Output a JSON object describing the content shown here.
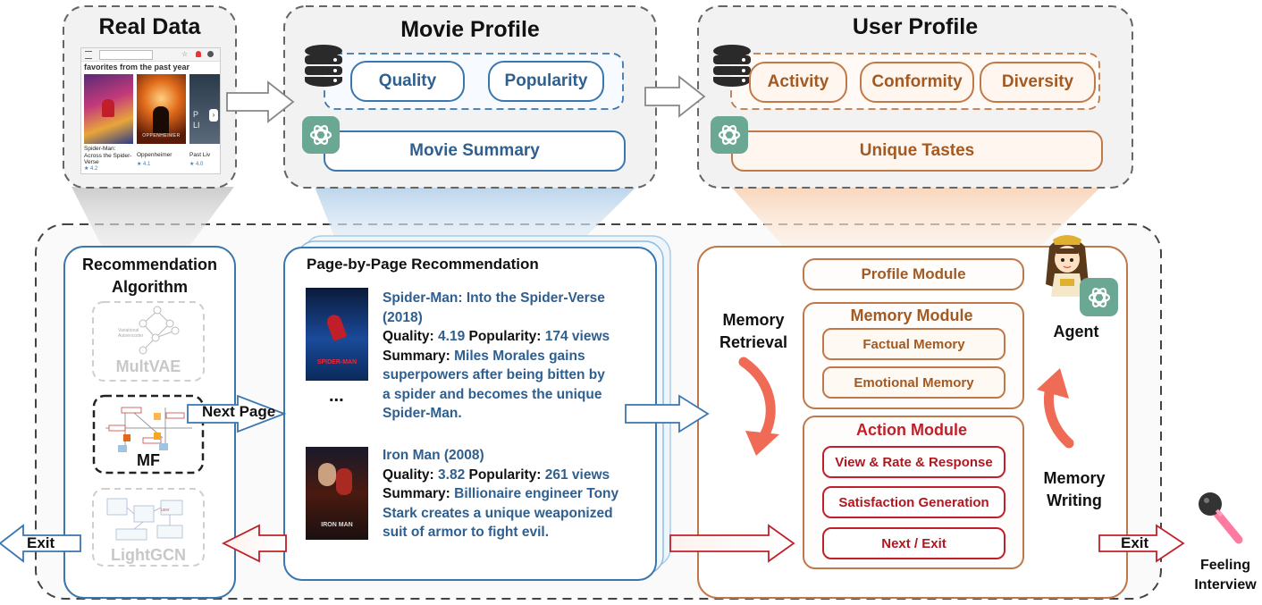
{
  "real_data": {
    "title": "Real Data",
    "screenshot": {
      "caption": "favorites from the past year",
      "movies": [
        {
          "title": "Spider-Man: Across the Spider-Verse",
          "rating": "4.2"
        },
        {
          "title": "Oppenheimer",
          "rating": "4.1"
        },
        {
          "title": "Past Liv",
          "rating": "4.0"
        }
      ],
      "poster_text": [
        "OPPENHEIMER",
        "P",
        "LI"
      ]
    }
  },
  "movie_profile": {
    "title": "Movie Profile",
    "attributes": [
      "Quality",
      "Popularity"
    ],
    "summary_label": "Movie Summary"
  },
  "user_profile": {
    "title": "User Profile",
    "attributes": [
      "Activity",
      "Conformity",
      "Diversity"
    ],
    "tastes_label": "Unique Tastes"
  },
  "rec_algorithm": {
    "title_line1": "Recommendation",
    "title_line2": "Algorithm",
    "models": [
      "MultVAE",
      "MF",
      "LightGCN"
    ],
    "next_page_label": "Next Page",
    "exit_label": "Exit"
  },
  "page_rec": {
    "title": "Page-by-Page Recommendation",
    "ellipsis": "...",
    "movies": [
      {
        "title_line1": "Spider-Man: Into the Spider-Verse",
        "title_line2": "(2018)",
        "quality_label": "Quality:",
        "quality": "4.19",
        "popularity_label": "Popularity:",
        "popularity": "174 views",
        "summary_label": "Summary:",
        "summary_lines": [
          "Miles Morales gains",
          "superpowers after being bitten by",
          "a spider and becomes the unique",
          "Spider-Man."
        ]
      },
      {
        "title_line1": "Iron Man (2008)",
        "quality_label": "Quality:",
        "quality": "3.82",
        "popularity_label": "Popularity:",
        "popularity": "261 views",
        "summary_label": "Summary:",
        "summary_lines": [
          "Billionaire engineer Tony",
          "Stark creates a unique weaponized",
          "suit of armor to fight evil."
        ]
      }
    ],
    "poster_text": [
      "SPIDER-MAN",
      "IRON MAN"
    ]
  },
  "agent": {
    "label": "Agent",
    "profile_module": "Profile Module",
    "memory_module": "Memory Module",
    "memory_items": [
      "Factual Memory",
      "Emotional Memory"
    ],
    "action_module": "Action Module",
    "action_items": [
      "View & Rate & Response",
      "Satisfaction Generation",
      "Next / Exit"
    ],
    "memory_retrieval_line1": "Memory",
    "memory_retrieval_line2": "Retrieval",
    "memory_writing_line1": "Memory",
    "memory_writing_line2": "Writing",
    "exit_label": "Exit",
    "feeling_line1": "Feeling",
    "feeling_line2": "Interview"
  },
  "colors": {
    "blue": "#3a76b0",
    "orange": "#c0784a",
    "red": "#c0202a",
    "gpt_green": "#6aa893"
  }
}
